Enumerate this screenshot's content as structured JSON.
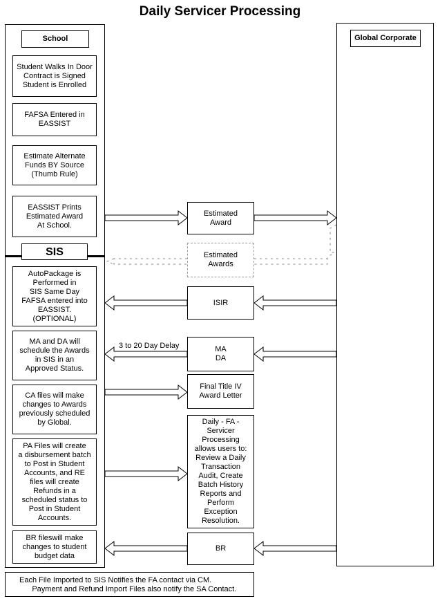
{
  "title": "Daily Servicer Processing",
  "lanes": {
    "school": "School",
    "global": "Global Corporate",
    "sis": "SIS"
  },
  "school_steps": [
    "Student Walks In Door\nContract is Signed\nStudent is Enrolled",
    "FAFSA Entered in\nEASSIST",
    "Estimate Alternate\nFunds BY Source\n(Thumb Rule)",
    "EASSIST Prints\nEstimated Award\nAt School.",
    "AutoPackage is\nPerformed in\nSIS Same Day\nFAFSA entered into\nEASSIST.\n(OPTIONAL)",
    "MA and  DA will\nschedule the Awards\nin SIS in an\nApproved Status.",
    "CA files will make\nchanges to Awards\npreviously scheduled\nby Global.",
    "PA Files will create\na disbursement batch\nto Post in Student\nAccounts, and  RE\nfiles will create\nRefunds in a\nscheduled status to\nPost in Student\nAccounts.",
    "BR fileswill make\nchanges to student\nbudget data"
  ],
  "middle_items": [
    "Estimated\nAward",
    "Estimated\nAwards",
    "ISIR",
    "MA\nDA",
    "Final Title IV\nAward Letter",
    "Daily - FA -\nServicer\nProcessing\nallows users to:\nReview a Daily\nTransaction\nAudit, Create\nBatch History\nReports and\nPerform\nException\nResolution.",
    "BR"
  ],
  "delay_label": "3 to 20 Day Delay",
  "footer_note": "Each File Imported to SIS Notifies the FA contact via CM.\n      Payment and Refund Import Files also notify the SA Contact."
}
